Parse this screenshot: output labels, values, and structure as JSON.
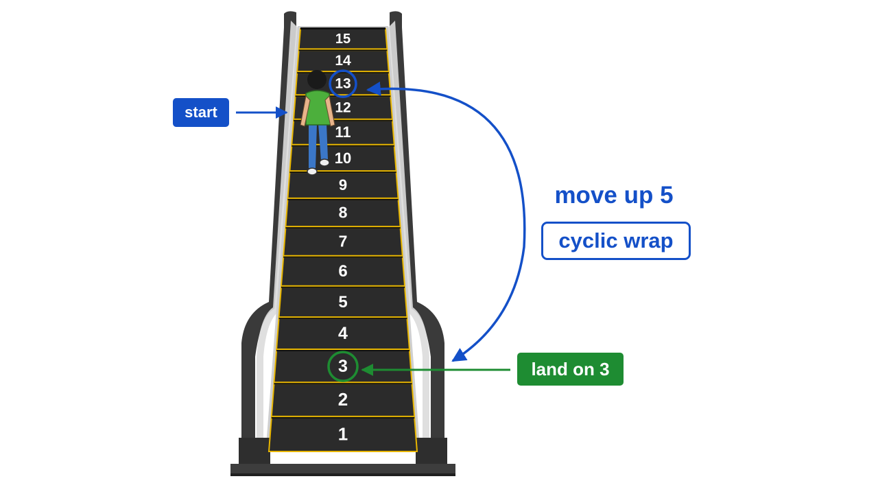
{
  "steps": [
    "1",
    "2",
    "3",
    "4",
    "5",
    "6",
    "7",
    "8",
    "9",
    "10",
    "11",
    "12",
    "13",
    "14",
    "15"
  ],
  "start_step": 13,
  "land_step": 3,
  "labels": {
    "start": "start",
    "move": "move up 5",
    "cyclic": "cyclic wrap",
    "land": "land on 3"
  },
  "colors": {
    "blue": "#1450c8",
    "green": "#1e8c32",
    "step": "#2b2b2b",
    "edge": "#e8b600",
    "shirt": "#4caf3c",
    "jeans": "#3b77c8"
  }
}
